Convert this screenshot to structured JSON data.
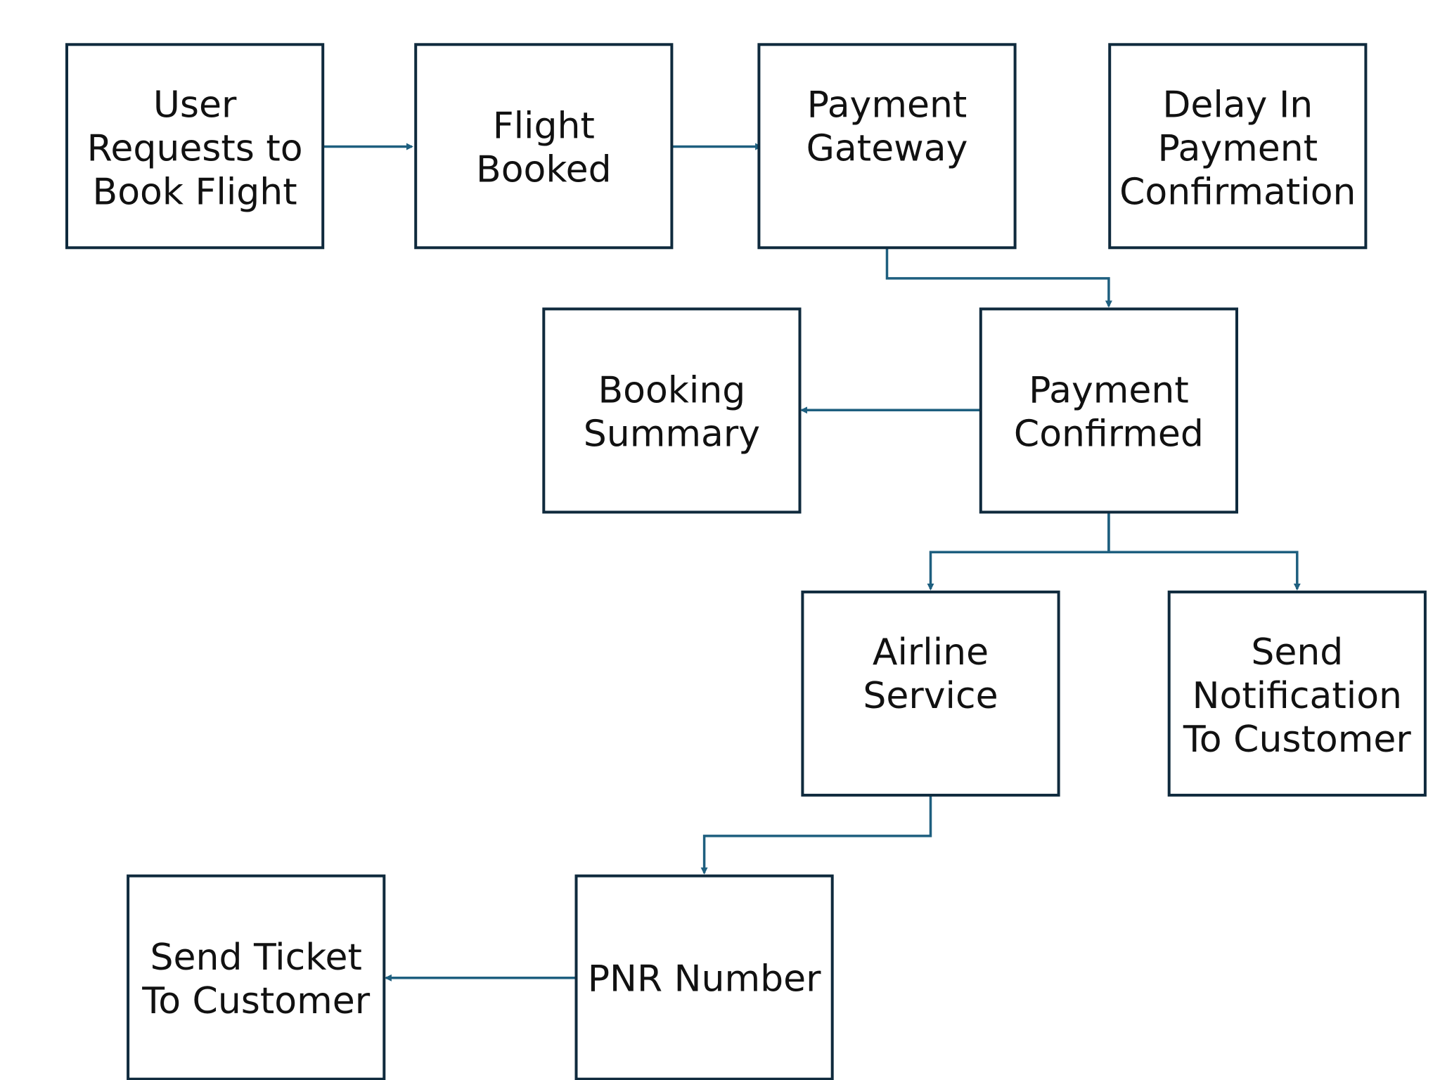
{
  "diagram": {
    "colors": {
      "box_border": "#0f2a3d",
      "connector": "#1e5f7f",
      "text": "#111111"
    },
    "nodes": [
      {
        "id": "user-request",
        "lines": [
          "User",
          "Requests to",
          "Book Flight"
        ]
      },
      {
        "id": "flight-booked",
        "lines": [
          "Flight",
          "Booked"
        ]
      },
      {
        "id": "payment-gateway",
        "lines": [
          "Payment",
          "Gateway"
        ]
      },
      {
        "id": "delay-payment",
        "lines": [
          "Delay In",
          "Payment",
          "Confirmation"
        ]
      },
      {
        "id": "booking-summary",
        "lines": [
          "Booking",
          "Summary"
        ]
      },
      {
        "id": "payment-confirmed",
        "lines": [
          "Payment",
          "Confirmed"
        ]
      },
      {
        "id": "airline-service",
        "lines": [
          "Airline",
          "Service"
        ]
      },
      {
        "id": "send-notification",
        "lines": [
          "Send",
          "Notification",
          "To Customer"
        ]
      },
      {
        "id": "send-ticket",
        "lines": [
          "Send Ticket",
          "To Customer"
        ]
      },
      {
        "id": "pnr-number",
        "lines": [
          "PNR Number"
        ]
      }
    ],
    "edges": [
      {
        "from": "user-request",
        "to": "flight-booked"
      },
      {
        "from": "flight-booked",
        "to": "payment-gateway"
      },
      {
        "from": "payment-gateway",
        "to": "payment-confirmed"
      },
      {
        "from": "payment-confirmed",
        "to": "booking-summary"
      },
      {
        "from": "payment-confirmed",
        "to": "airline-service"
      },
      {
        "from": "payment-confirmed",
        "to": "send-notification"
      },
      {
        "from": "airline-service",
        "to": "pnr-number"
      },
      {
        "from": "pnr-number",
        "to": "send-ticket"
      }
    ]
  }
}
